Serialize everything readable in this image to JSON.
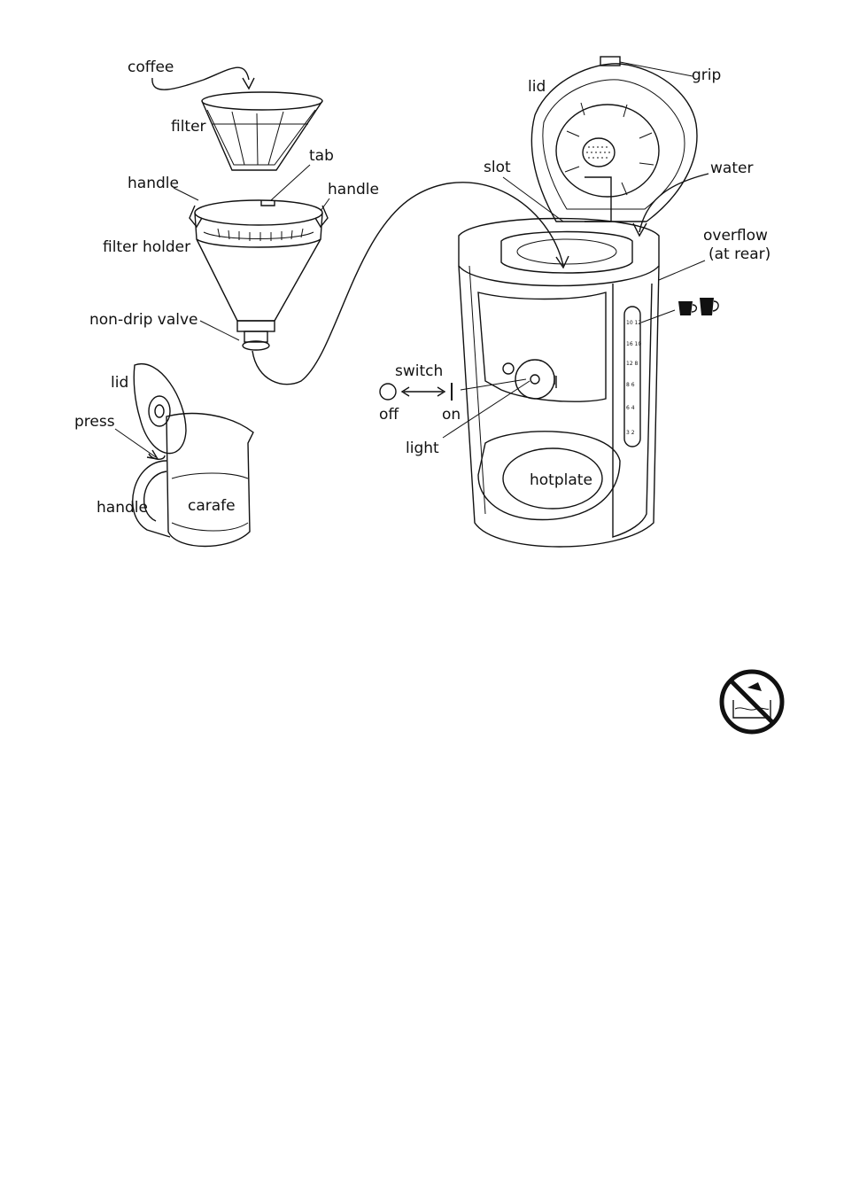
{
  "labels": {
    "coffee": "coffee",
    "filter": "filter",
    "tab": "tab",
    "handle_left": "handle",
    "handle_right": "handle",
    "filter_holder": "filter holder",
    "non_drip_valve": "non-drip valve",
    "lid_carafe": "lid",
    "press": "press",
    "handle_carafe": "handle",
    "carafe": "carafe",
    "lid_machine": "lid",
    "grip": "grip",
    "slot": "slot",
    "water": "water",
    "overflow_line1": "overflow",
    "overflow_line2": "(at rear)",
    "switch": "switch",
    "off": "off",
    "on": "on",
    "light": "light",
    "hotplate": "hotplate",
    "switch_on_mark": "I"
  },
  "scale_marks": [
    "10 12",
    "16 10",
    "12 8",
    "8 6",
    "6 4",
    "3 2"
  ],
  "icons": {
    "cups": "small-cup-and-large-mug-icon",
    "no_immersion": "do-not-immerse-in-water-icon"
  }
}
